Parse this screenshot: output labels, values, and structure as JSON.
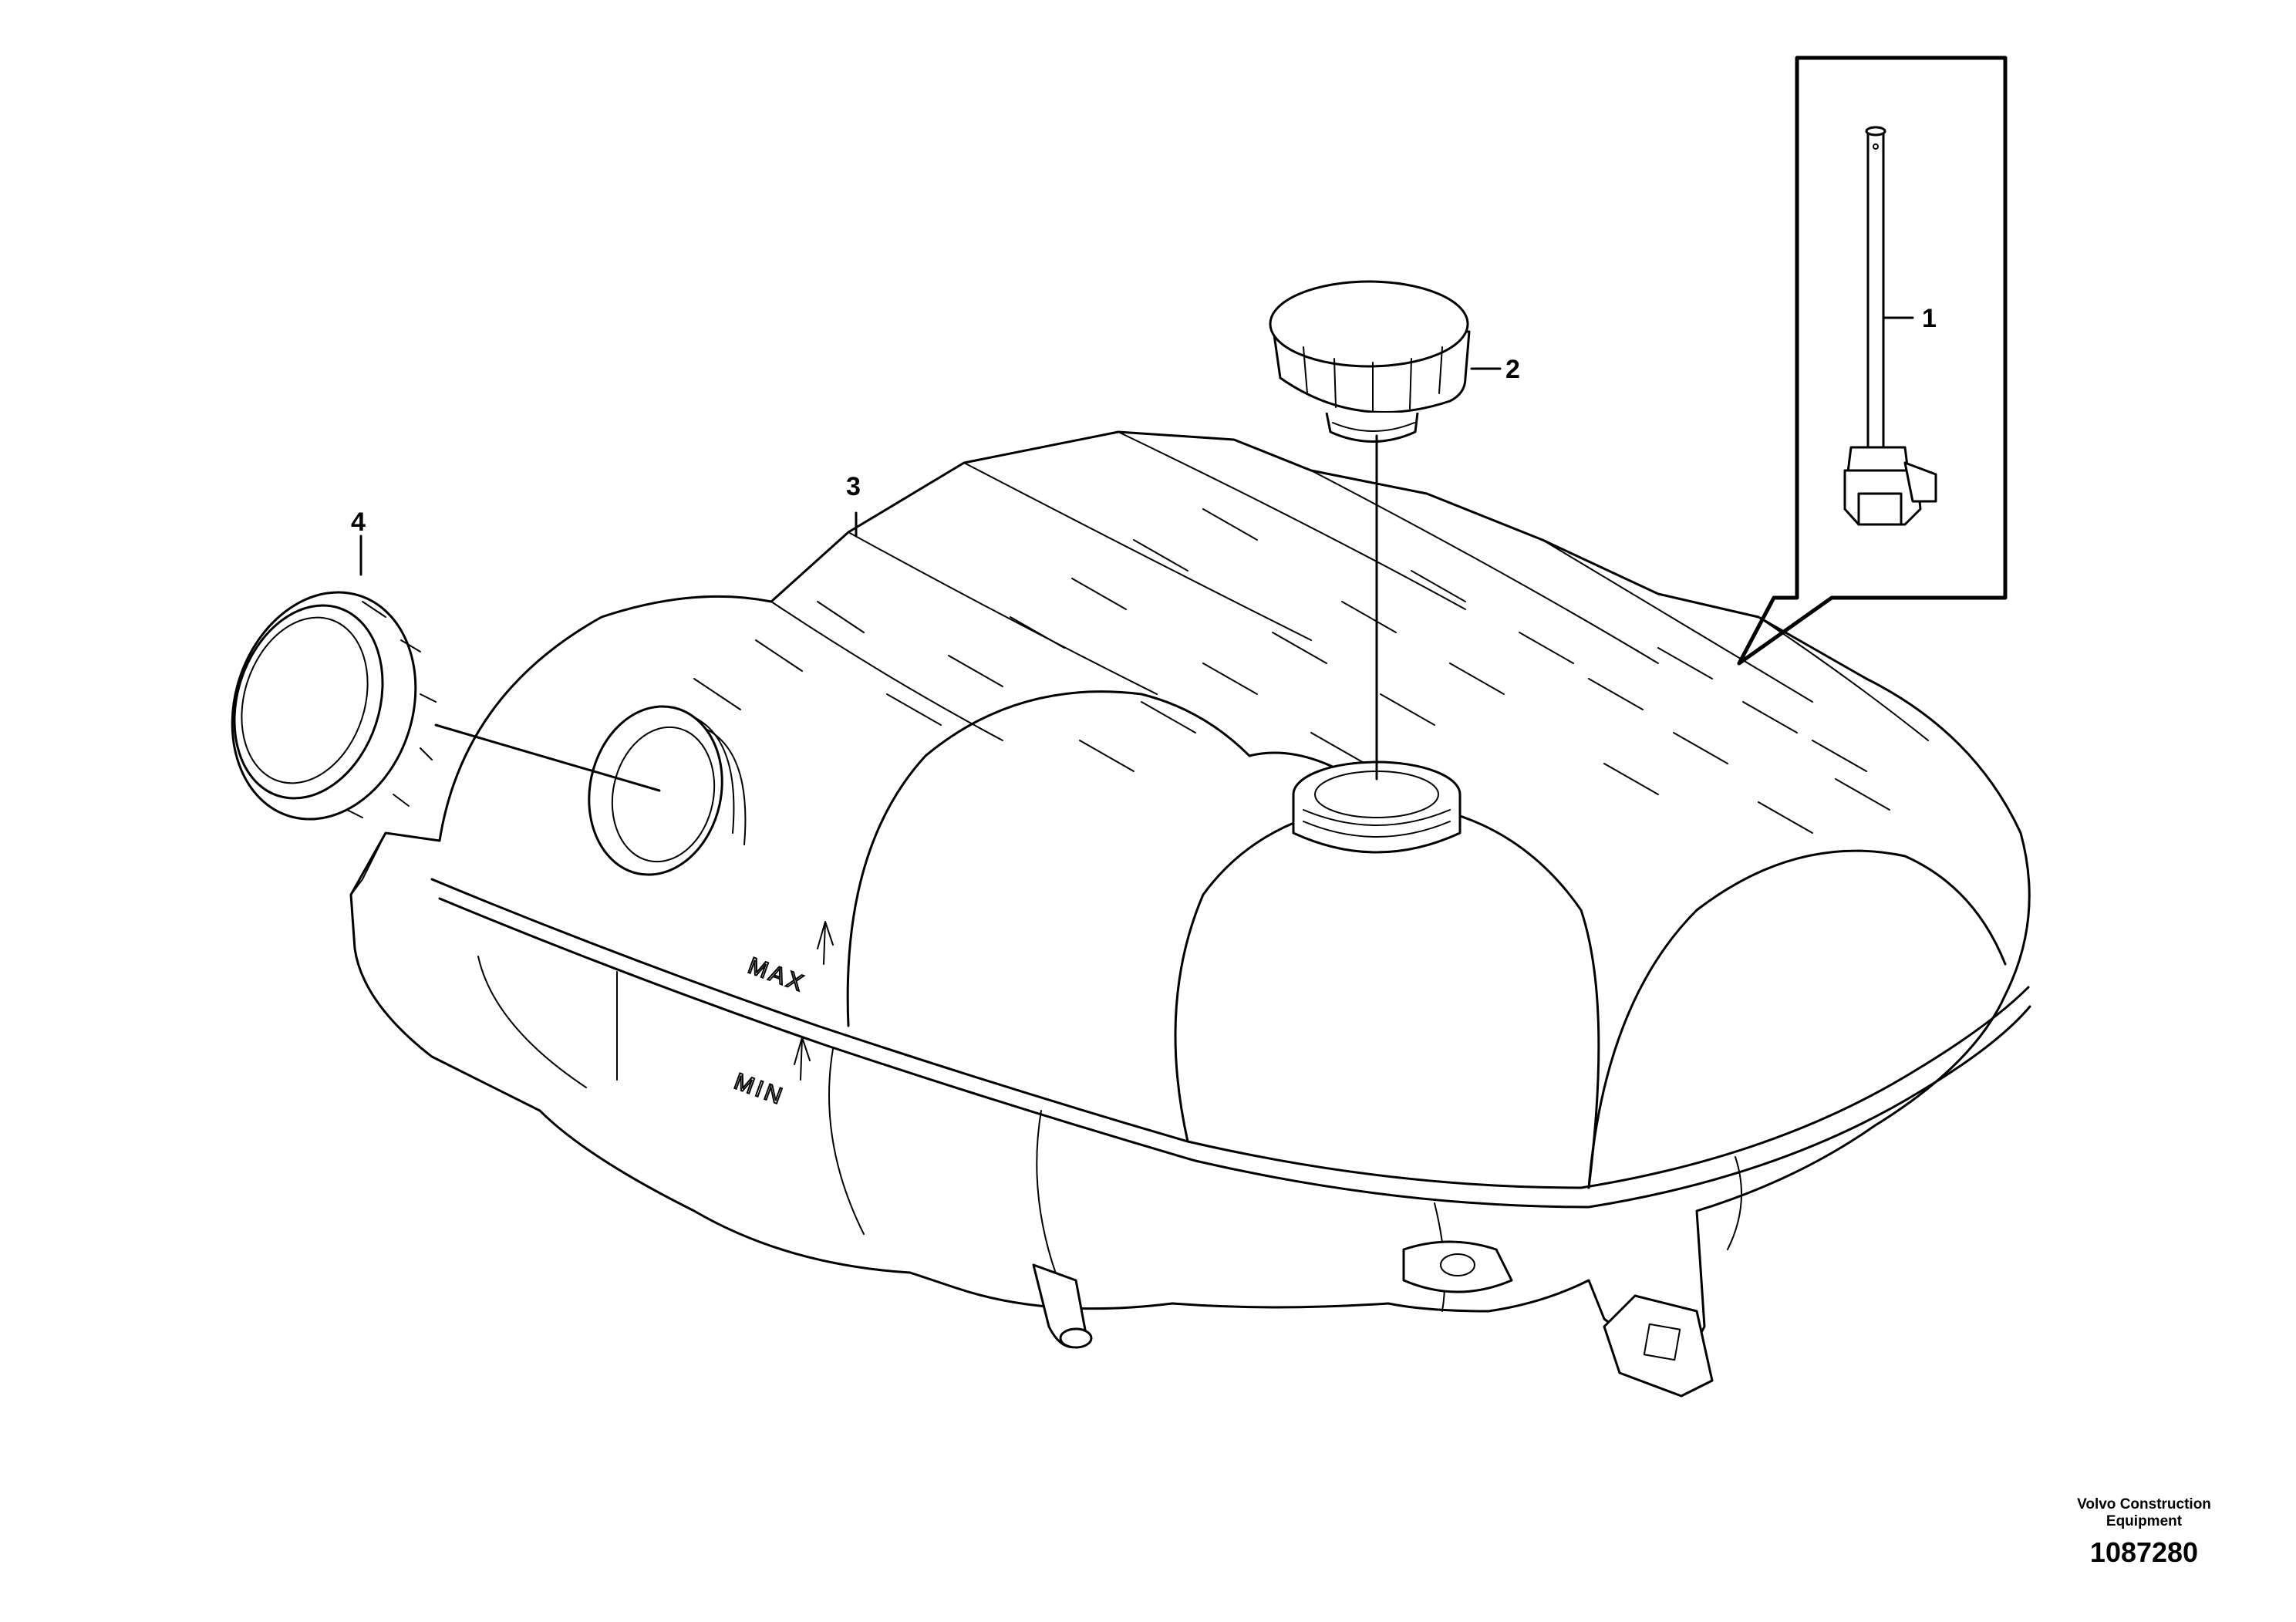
{
  "diagram": {
    "callouts": [
      {
        "id": "1",
        "label": "1"
      },
      {
        "id": "2",
        "label": "2"
      },
      {
        "id": "3",
        "label": "3"
      },
      {
        "id": "4",
        "label": "4"
      }
    ],
    "embossed": {
      "max": "MAX",
      "min": "MIN"
    }
  },
  "credit": {
    "organization_line1": "Volvo Construction",
    "organization_line2": "Equipment",
    "drawing_number": "1087280"
  },
  "colors": {
    "ink": "#000000",
    "paper": "#ffffff"
  },
  "icons": {
    "part_1": "coolant-level-sensor-icon",
    "part_2": "filler-cap-icon",
    "part_3": "expansion-tank-icon",
    "part_4": "cap-icon"
  }
}
